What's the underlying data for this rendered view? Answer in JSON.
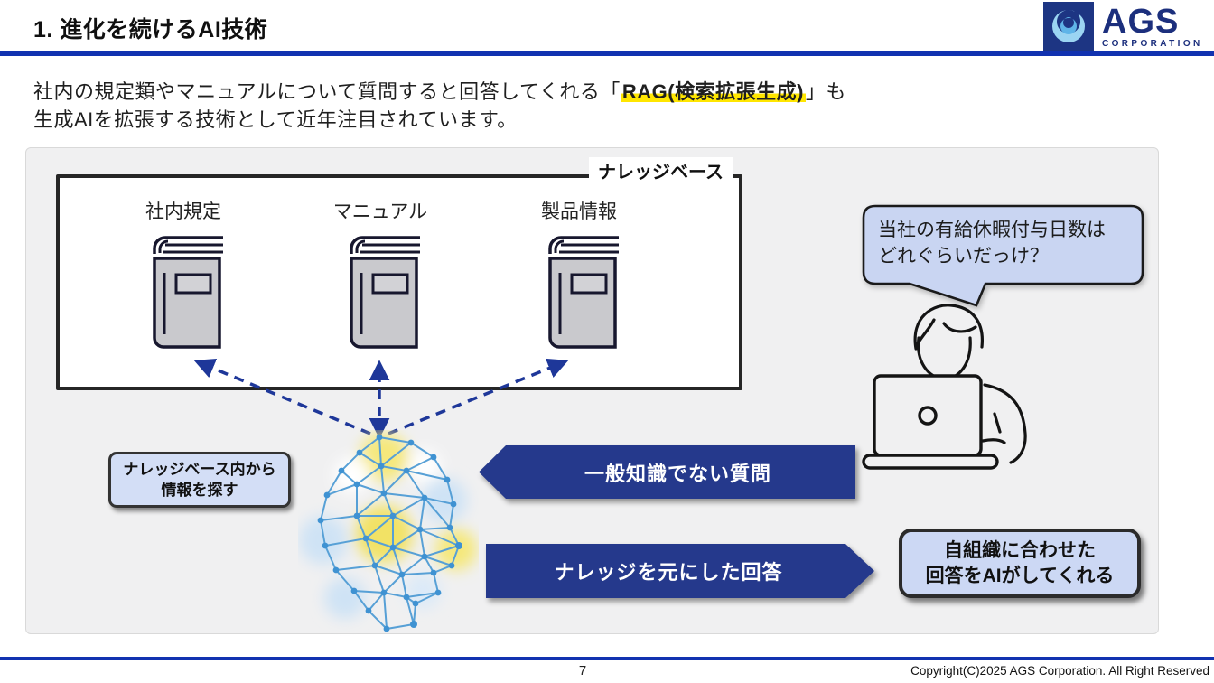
{
  "header": {
    "title": "1. 進化を続けるAI技術"
  },
  "logo": {
    "name": "AGS",
    "subtitle": "CORPORATION"
  },
  "intro": {
    "line1_pre": "社内の規定類やマニュアルについて質問すると回答してくれる「",
    "highlight": "RAG(検索拡張生成)",
    "line1_post": "」も",
    "line2": "生成AIを拡張する技術として近年注目されています。"
  },
  "diagram": {
    "knowledge_base": {
      "label": "ナレッジベース",
      "items": [
        {
          "label": "社内規定"
        },
        {
          "label": "マニュアル"
        },
        {
          "label": "製品情報"
        }
      ]
    },
    "question_bubble": {
      "line1": "当社の有給休暇付与日数は",
      "line2": "どれぐらいだっけ？"
    },
    "search_label": {
      "line1": "ナレッジベース内から",
      "line2": "情報を探す"
    },
    "arrow_question": {
      "label": "一般知識でない質問"
    },
    "arrow_answer": {
      "label": "ナレッジを元にした回答"
    },
    "result_box": {
      "line1": "自組織に合わせた",
      "line2": "回答をAIがしてくれる"
    }
  },
  "footer": {
    "page_number": "7",
    "copyright": "Copyright(C)2025 AGS Corporation. All Right Reserved"
  },
  "colors": {
    "accent_line_blue": "#1132B0",
    "banner_navy": "#25398C",
    "dashed_arrow_blue": "#1E3799",
    "highlight_yellow": "#FFE600",
    "bubble_fill": "#C9D5F2",
    "box_fill": "#CCD8F4",
    "panel_bg": "#F0F0F1",
    "logo_navy": "#1C2F7D"
  }
}
